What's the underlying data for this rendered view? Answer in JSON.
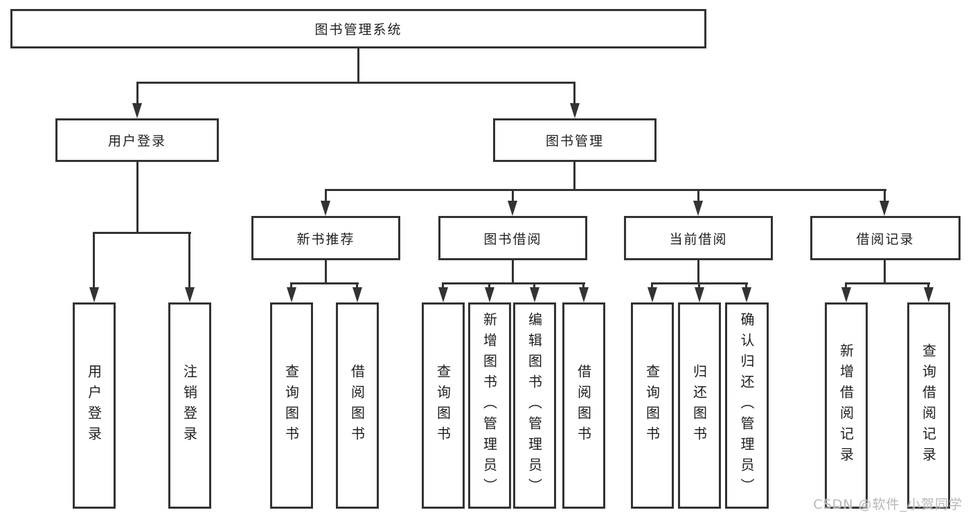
{
  "tree": {
    "root": "图书管理系统",
    "children": [
      {
        "label": "用户登录",
        "children": [
          {
            "label": "用户登录"
          },
          {
            "label": "注销登录"
          }
        ]
      },
      {
        "label": "图书管理",
        "children": [
          {
            "label": "新书推荐",
            "children": [
              {
                "label": "查询图书"
              },
              {
                "label": "借阅图书"
              }
            ]
          },
          {
            "label": "图书借阅",
            "children": [
              {
                "label": "查询图书"
              },
              {
                "label": "新增图书（管理员）"
              },
              {
                "label": "编辑图书（管理员）"
              },
              {
                "label": "借阅图书"
              }
            ]
          },
          {
            "label": "当前借阅",
            "children": [
              {
                "label": "查询图书"
              },
              {
                "label": "归还图书"
              },
              {
                "label": "确认归还（管理员）"
              }
            ]
          },
          {
            "label": "借阅记录",
            "children": [
              {
                "label": "新增借阅记录"
              },
              {
                "label": "查询借阅记录"
              }
            ]
          }
        ]
      }
    ]
  },
  "watermark": {
    "text": "CSDN @软件_小贺同学"
  },
  "colors": {
    "line": "#333333",
    "text": "#1f1f1f",
    "watermark": "#b7b7b7",
    "background": "#ffffff"
  }
}
